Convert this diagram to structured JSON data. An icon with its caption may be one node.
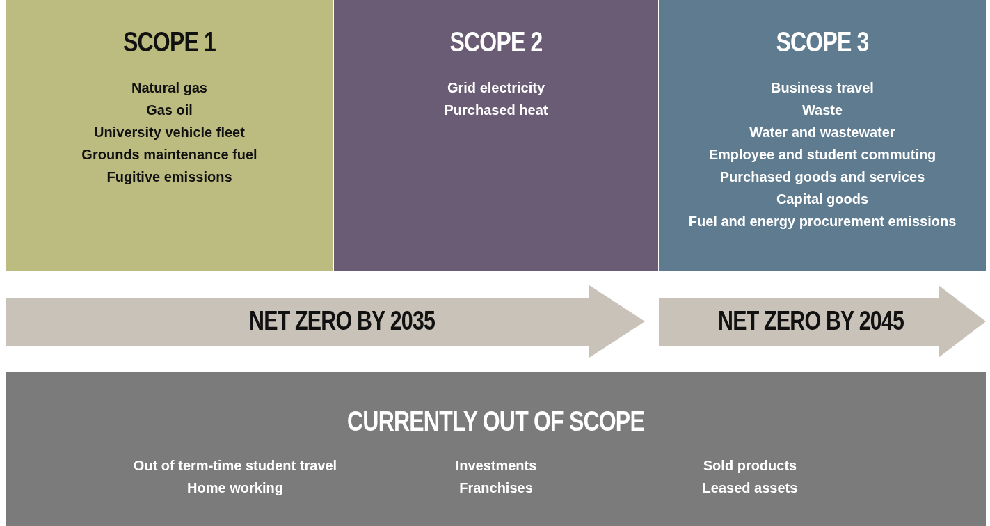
{
  "diagram": {
    "nodes": [
      {
        "text": [
          "SCOPE 1",
          "Natural gas",
          "Gas oil",
          "University vehicle fleet",
          "Grounds maintenance fuel",
          "Fugitive emissions"
        ]
      },
      {
        "text": [
          "SCOPE 2",
          "Grid electricity",
          "Purchased heat"
        ]
      },
      {
        "text": [
          "SCOPE 3",
          "Business travel",
          "Waste",
          "Water and wastewater",
          "Employee and student commuting",
          "Purchased goods and services",
          "Capital goods",
          "Fuel and energy procurement emissions"
        ]
      },
      {
        "text": [
          "NET ZERO BY 2035"
        ]
      },
      {
        "text": [
          "NET ZERO BY 2045"
        ]
      },
      {
        "text": [
          "CURRENTLY OUT OF SCOPE",
          "Out of term-time student travel",
          "Home working",
          "Investments",
          "Franchises",
          "Sold products",
          "Leased assets"
        ]
      }
    ]
  }
}
